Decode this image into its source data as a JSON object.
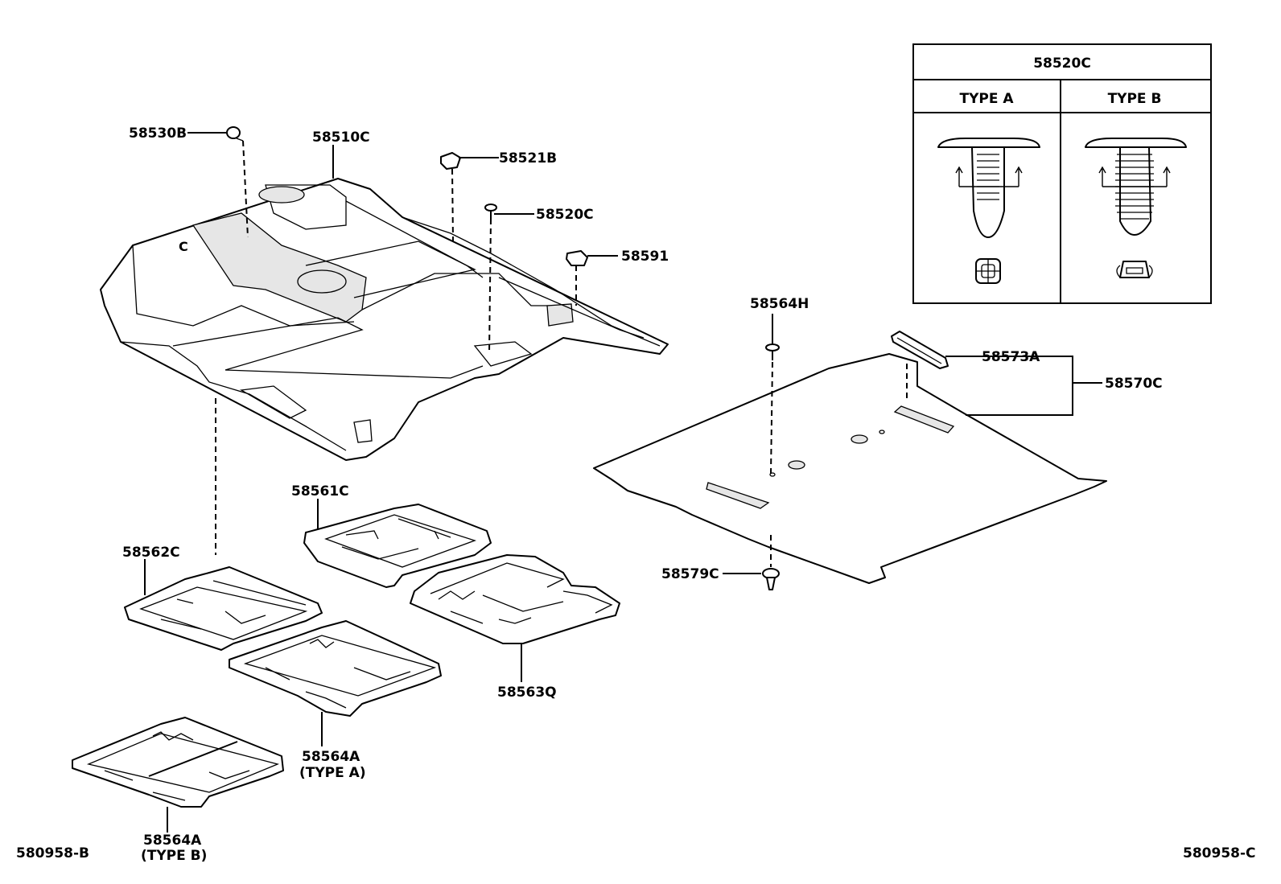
{
  "callouts": {
    "c58530b": "58530B",
    "c58510c": "58510C",
    "c58521b": "58521B",
    "c58520c": "58520C",
    "c58591": "58591",
    "c58564h": "58564H",
    "c58573a": "58573A",
    "c58570c": "58570C",
    "c58579c": "58579C",
    "c58561c": "58561C",
    "c58562c": "58562C",
    "c58563q": "58563Q",
    "c58564a_a": "58564A",
    "c58564a_a_type": "(TYPE A)",
    "c58564a_b": "58564A",
    "c58564a_b_type": "(TYPE B)",
    "carpet_mark": "C"
  },
  "inset": {
    "title": "58520C",
    "type_a": "TYPE A",
    "type_b": "TYPE B"
  },
  "footer": {
    "left_code": "580958-B",
    "right_code": "580958-C"
  }
}
